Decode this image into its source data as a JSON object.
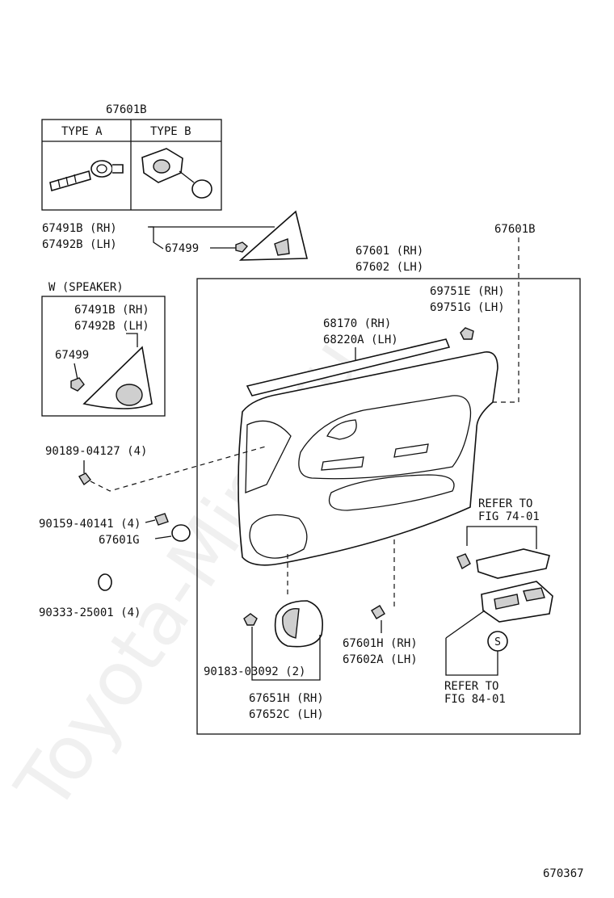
{
  "watermark": "Toyota-Mine.ru",
  "figure_number": "670367",
  "clip_table": {
    "title": "67601B",
    "type_a": "TYPE A",
    "type_b": "TYPE B"
  },
  "speaker_box": {
    "title": "W (SPEAKER)",
    "part_rh": "67491B (RH)",
    "part_lh": "67492B (LH)",
    "clip": "67499"
  },
  "labels": {
    "cover_rh": "67491B (RH)",
    "cover_lh": "67492B (LH)",
    "cover_clip": "67499",
    "panel_rh": "67601 (RH)",
    "panel_lh": "67602 (LH)",
    "panel_clip": "67601B",
    "knob_rh": "69751E (RH)",
    "knob_lh": "69751G (LH)",
    "weatherstrip_rh": "68170  (RH)",
    "weatherstrip_lh": "68220A (LH)",
    "screw1": "90189-04127 (4)",
    "screw2": "90159-40141 (4)",
    "cap": "67601G",
    "plug": "90333-25001 (4)",
    "screw3": "90183-03092 (2)",
    "bezel_rh": "67651H (RH)",
    "bezel_lh": "67652C (LH)",
    "grommet_rh": "67601H (RH)",
    "grommet_lh": "67602A (LH)",
    "refer1_a": "REFER TO",
    "refer1_b": "FIG 74-01",
    "refer2_a": "REFER TO",
    "refer2_b": "FIG 84-01",
    "s_mark": "S"
  }
}
